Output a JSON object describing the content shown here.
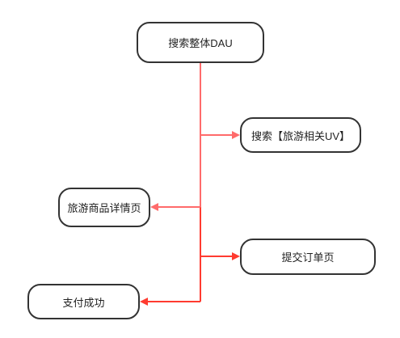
{
  "diagram": {
    "nodes": {
      "root": "搜索整体DAU",
      "search": "搜索【旅游相关UV】",
      "detail": "旅游商品详情页",
      "order": "提交订单页",
      "pay": "支付成功"
    },
    "connector_colors": [
      "#ff6b6b",
      "#ff3b30"
    ]
  }
}
